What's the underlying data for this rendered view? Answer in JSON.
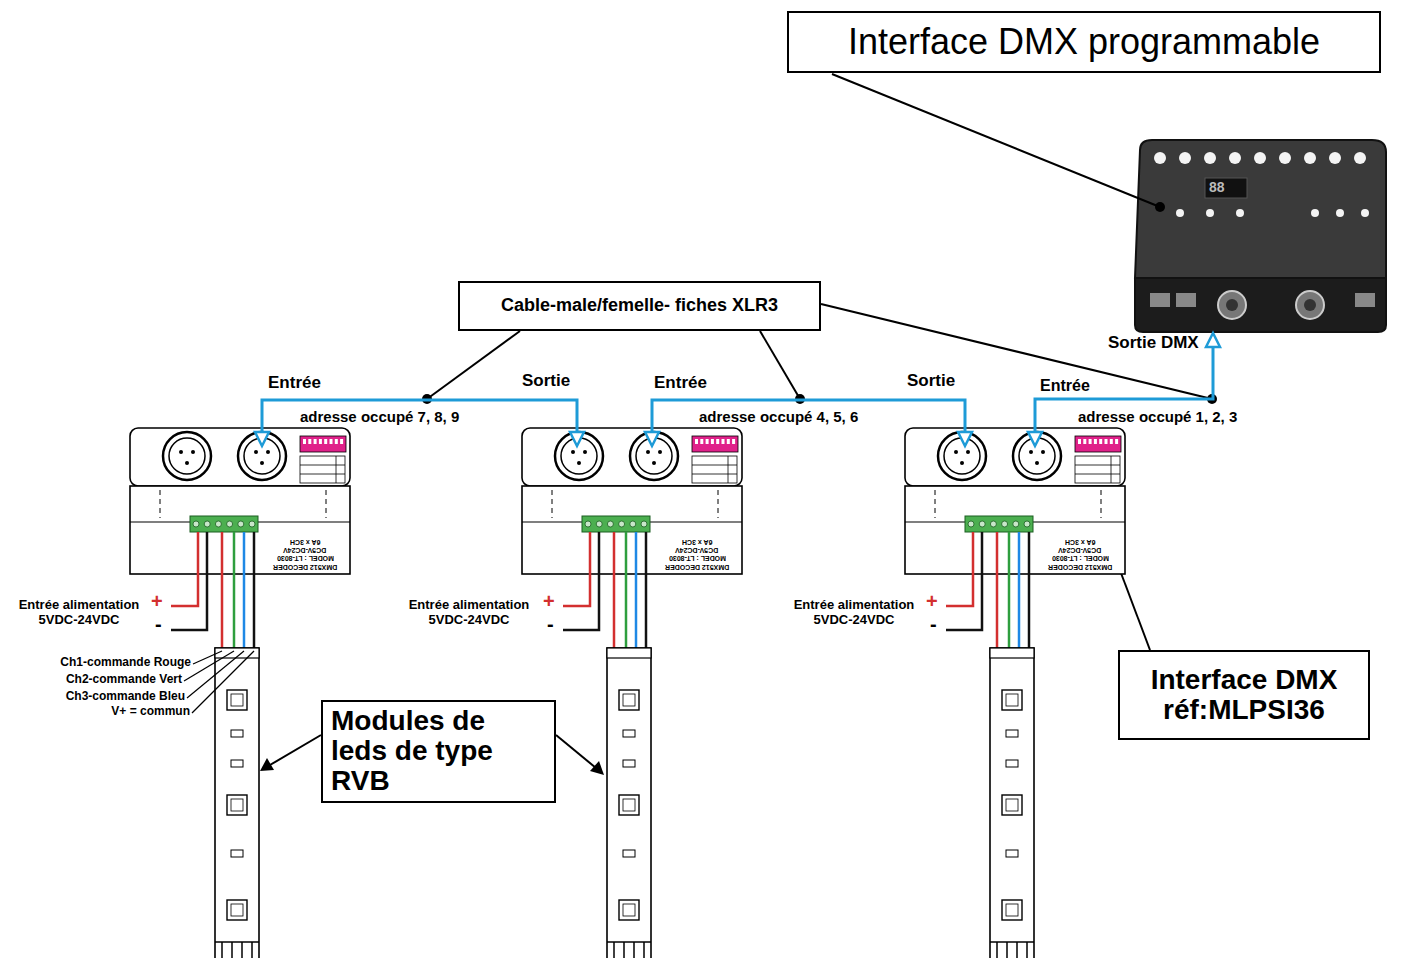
{
  "diagram": {
    "nodes": [
      {
        "text": [
          "Interface DMX programmable"
        ]
      },
      {
        "text": [
          "Cable-male/femelle- fiches XLR3"
        ]
      },
      {
        "text": [
          "Interface DMX réf:MLPSI36"
        ]
      },
      {
        "text": [
          "Modules de leds de type RVB"
        ]
      }
    ],
    "labels": [
      "Sortie DMX",
      "Entrée",
      "Sortie",
      "Entrée",
      "Sortie",
      "Entrée",
      "adresse occupé 7, 8, 9",
      "adresse occupé 4, 5, 6",
      "adresse occupé 1, 2, 3",
      "88",
      "Entrée alimentation 5VDC-24VDC",
      "Entrée alimentation 5VDC-24VDC",
      "Entrée alimentation 5VDC-24VDC",
      "+",
      "+",
      "+",
      "-",
      "-",
      "-",
      "Ch1-commande Rouge",
      "Ch2-commande Vert",
      "Ch3-commande Bleu",
      "V+ = commun",
      "6A x 3CH",
      "DC5V-DC24V",
      "MODEL : LT-8030",
      "DMX512 DECODER",
      "6A x 3CH",
      "DC5V-DC24V",
      "MODEL : LT-8030",
      "DMX512 DECODER",
      "6A x 3CH",
      "DC5V-DC24V",
      "MODEL : LT-8030",
      "DMX512 DECODER"
    ]
  }
}
